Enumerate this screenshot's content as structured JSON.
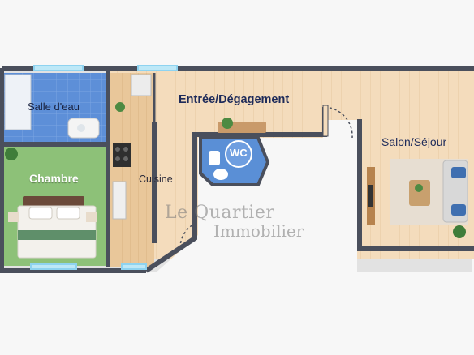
{
  "rooms": {
    "salle_eau": "Salle d'eau",
    "chambre": "Chambre",
    "cuisine": "Cuisine",
    "entree": "Entrée/Dégagement",
    "wc": "WC",
    "salon": "Salon/Séjour"
  },
  "watermark": {
    "line1": "Le Quartier",
    "line2": "Immobilier"
  },
  "colors": {
    "wall": "#4a4f5c",
    "wood_floor": "#f3d9b8",
    "bathroom_tile": "#5b8ed6",
    "bedroom_floor": "#8fc27a",
    "window": "#8ed3f0"
  }
}
